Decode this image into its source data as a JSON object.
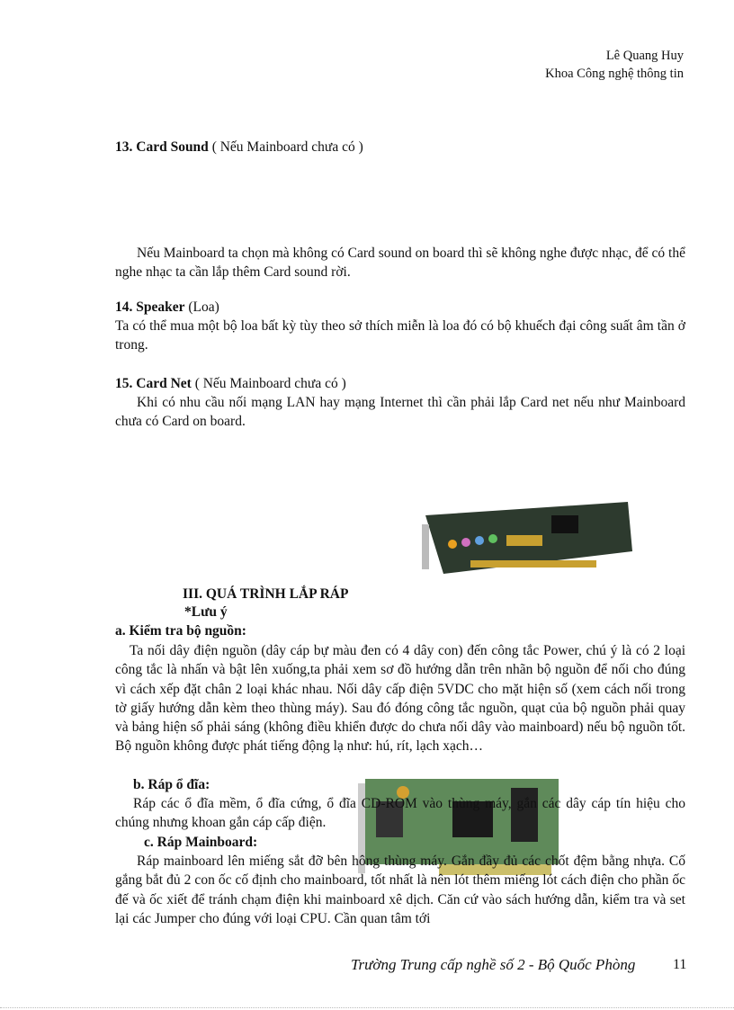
{
  "header": {
    "author": "Lê Quang Huy",
    "department": "Khoa Công nghệ thông tin"
  },
  "s13": {
    "title": "13. Card Sound",
    "note": " ( Nếu Mainboard  chưa có )",
    "text": "Nếu Mainboard  ta chọn mà không có Card sound on board thì sẽ không nghe được nhạc, để có thể nghe nhạc ta cần lắp thêm Card sound rời."
  },
  "s14": {
    "title": "14. Speaker",
    "note": " (Loa)",
    "text": "Ta có thể mua một bộ loa bất kỳ tùy theo sở thích miễn là loa đó có bộ khuếch đại công suất âm tần ở trong."
  },
  "s15": {
    "title": "15. Card Net",
    "note": " ( Nếu Mainboard chưa có )",
    "text": "Khi có nhu cầu nối mạng LAN hay mạng Internet thì cần phải lắp Card net nếu như Mainboard chưa có Card on board."
  },
  "section3": {
    "title": "III. QUÁ TRÌNH LẮP RÁP",
    "note": "*Lưu ý"
  },
  "a": {
    "title": "a. Kiểm tra bộ nguồn:",
    "text": "Ta nối dây điện nguồn (dây cáp bự màu đen có 4 dây con) đến công tắc Power, chú ý là có 2 loại công tắc là nhấn và bật lên xuống,ta phải xem sơ đồ hướng dẫn trên nhãn bộ nguồn để nối cho đúng vì cách xếp đặt chân 2 loại khác nhau. Nối dây cấp điện 5VDC cho mặt hiện số (xem cách nối trong tờ giấy hướng dẫn kèm theo thùng máy). Sau đó đóng công tắc nguồn, quạt của bộ nguồn phải quay và bảng hiện số phải sáng (không điều khiển được do chưa nối dây vào mainboard) nếu bộ nguồn tốt. Bộ nguồn không được phát tiếng động lạ như: hú, rít, lạch xạch…"
  },
  "b": {
    "title": "b. Ráp ổ đĩa:",
    "text": "Ráp các ổ đĩa mềm, ổ đĩa cứng, ổ đĩa CD-ROM vào thùng máy, gắn các dây cáp tín hiệu cho chúng nhưng khoan gắn cáp cấp điện."
  },
  "c": {
    "title": "c. Ráp Mainboard:",
    "text": "Ráp mainboard lên miếng sắt đỡ bên hông thùng máy. Gắn đầy đủ các chốt đệm bằng nhựa. Cố gắng bắt đủ 2 con ốc cố định cho mainboard, tốt nhất là nên lót thêm miếng lót cách điện cho phần ốc đế và ốc xiết để tránh chạm điện khi mainboard xê dịch. Căn cứ vào sách hướng dẫn, kiểm tra và set lại các Jumper cho đúng với loại CPU. Cần quan tâm tới"
  },
  "footer": {
    "school": "Trường Trung cấp nghề số 2 - Bộ Quốc Phòng",
    "page": "11"
  }
}
